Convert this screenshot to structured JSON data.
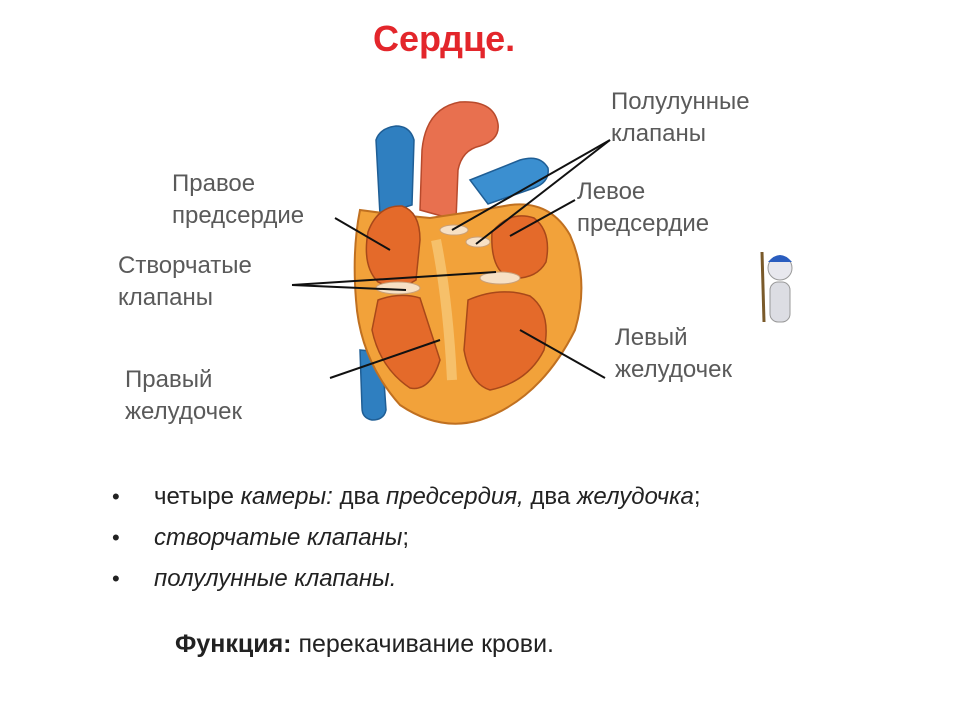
{
  "title": "Сердце.",
  "labels": {
    "semilunar": [
      "Полулунные",
      "клапаны"
    ],
    "right_atrium": [
      "Правое",
      "предсердие"
    ],
    "left_atrium": [
      "Левое",
      "предсердие"
    ],
    "cuspid": [
      "Створчатые",
      "клапаны"
    ],
    "right_ventricle": [
      "Правый",
      "желудочек"
    ],
    "left_ventricle": [
      "Левый",
      "желудочек"
    ]
  },
  "bullets": [
    {
      "a": "четыре ",
      "b": "камеры:",
      "c": " два ",
      "d": "предсердия,",
      "e": " два ",
      "f": "желудочка",
      "g": ";"
    },
    {
      "a": "",
      "b": "створчатые клапаны",
      "c": ";",
      "d": "",
      "e": "",
      "f": "",
      "g": ""
    },
    {
      "a": "",
      "b": "полулунные клапаны.",
      "c": "",
      "d": "",
      "e": "",
      "f": "",
      "g": ""
    }
  ],
  "bullet_symbol": "•",
  "function": {
    "label": "Функция:",
    "text": " перекачивание крови."
  },
  "colors": {
    "title": "#e3262b",
    "vessel_blue": "#2f7fc0",
    "aorta": "#e8704f",
    "muscle": "#f2a23a",
    "chamber": "#e46a2a",
    "label": "#5a5a5a"
  }
}
